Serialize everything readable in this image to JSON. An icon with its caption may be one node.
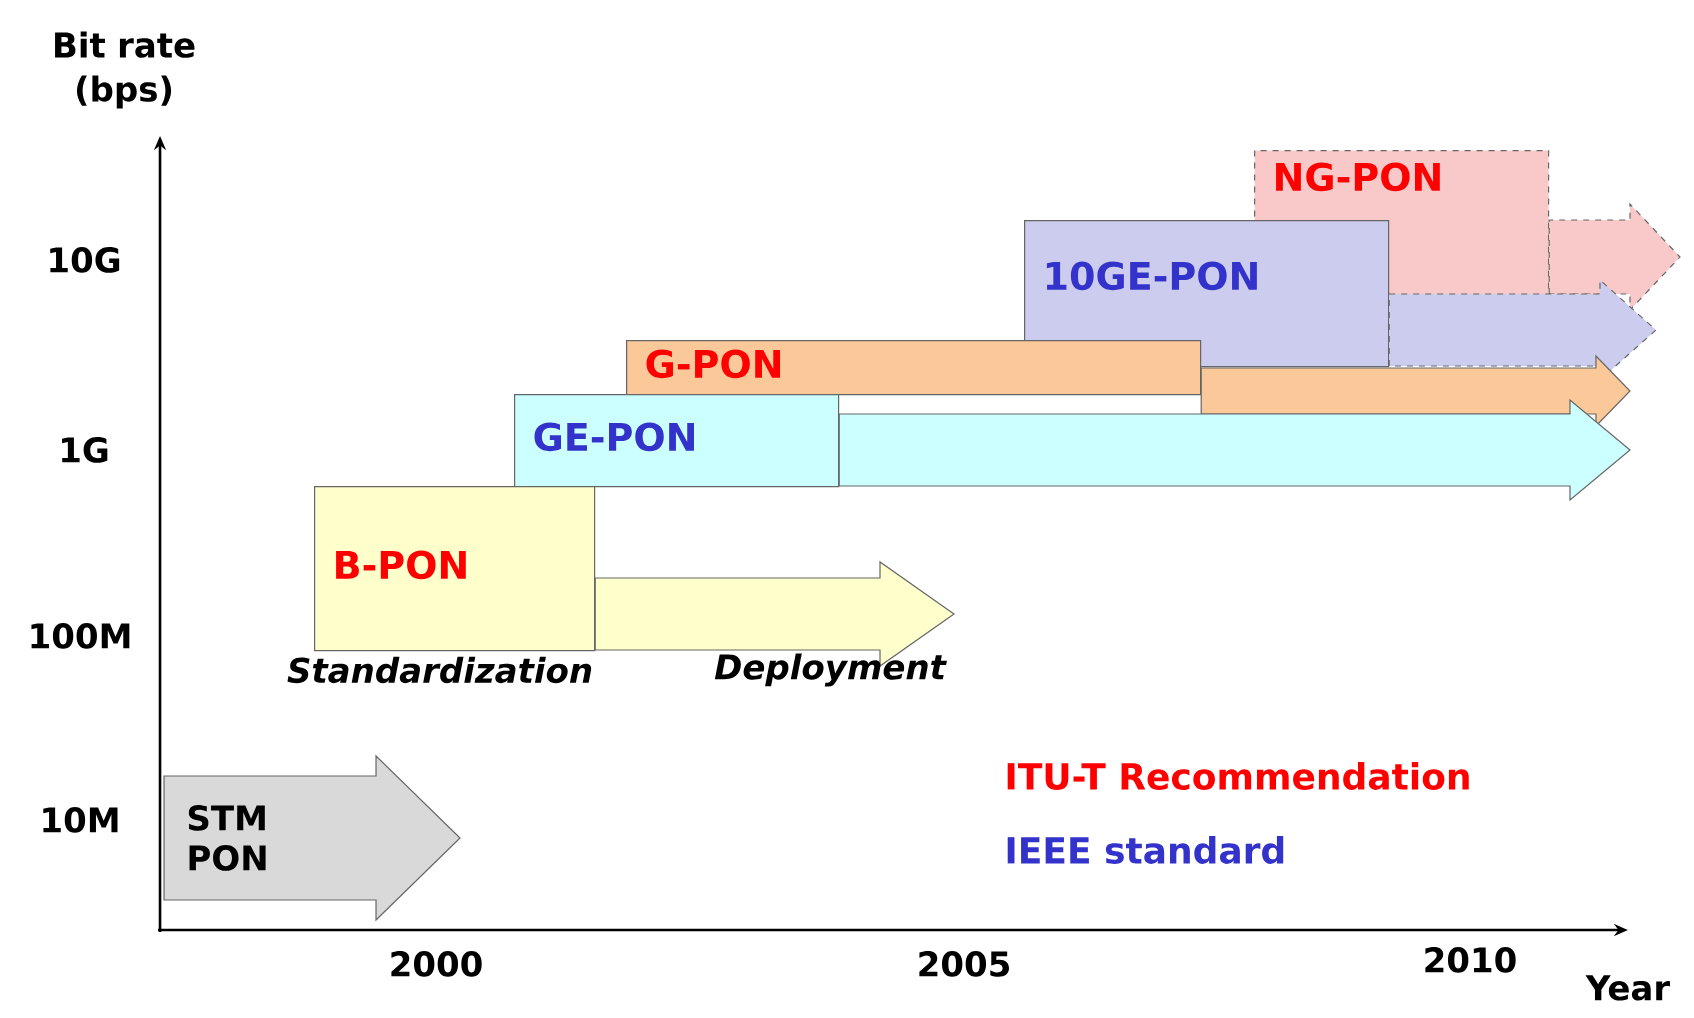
{
  "diagram": {
    "nodes": [
      {
        "text": [
          "STM PON"
        ]
      },
      {
        "text": [
          "B-PON"
        ]
      },
      {
        "text": [
          "GE-PON"
        ]
      },
      {
        "text": [
          "G-PON"
        ]
      },
      {
        "text": [
          "10GE-PON"
        ]
      },
      {
        "text": [
          "NG-PON"
        ]
      }
    ],
    "edges": [
      {
        "from": 5,
        "to": null,
        "arrow": "to",
        "style": "dashed"
      },
      {
        "from": 4,
        "to": null,
        "arrow": "to",
        "style": "dashed"
      },
      {
        "from": 3,
        "to": null,
        "arrow": "to"
      },
      {
        "from": 2,
        "to": null,
        "arrow": "to"
      },
      {
        "from": 1,
        "to": null,
        "arrow": "to"
      }
    ],
    "labels": [
      "Bit rate (bps)",
      "10G",
      "1G",
      "100M",
      "10M",
      "Standardization",
      "Deployment",
      "2000",
      "2005",
      "2010",
      "Year"
    ],
    "legend": [
      {
        "text": "ITU-T Recommendation",
        "color": "#ff0000"
      },
      {
        "text": "IEEE standard",
        "color": "#3333cc"
      }
    ]
  }
}
